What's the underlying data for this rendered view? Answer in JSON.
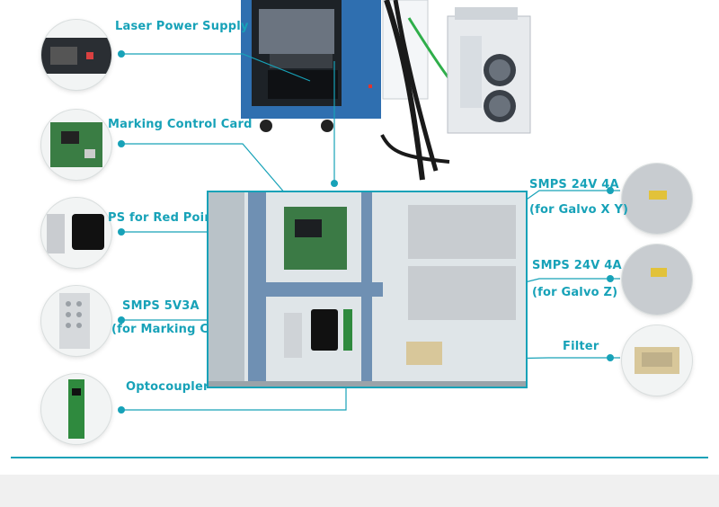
{
  "labels": {
    "laser_power_supply": "Laser Power Supply",
    "marking_control_card": "Marking Control Card",
    "ps_red_pointer": "PS for Red Pointer",
    "smps_5v3a": "SMPS 5V3A",
    "for_marking_card": "(for Marking Card)",
    "optocoupler": "Optocoupler",
    "smps_24v_xy": "SMPS 24V 4A",
    "for_galvo_xy": "(for Galvo X Y)",
    "smps_24v_z": "SMPS 24V 4A",
    "for_galvo_z": "(for Galvo Z)",
    "filter": "Filter"
  },
  "colors": {
    "accent": "#17a2b8",
    "cabinet_blue": "#2f6fb0",
    "background": "#ffffff",
    "footer": "#f0f0f0"
  },
  "icons": [
    "laser-power-supply-photo",
    "control-card-photo",
    "red-pointer-ps-photo",
    "smps-5v-photo",
    "optocoupler-photo",
    "smps-xy-photo",
    "smps-z-photo",
    "filter-photo"
  ]
}
